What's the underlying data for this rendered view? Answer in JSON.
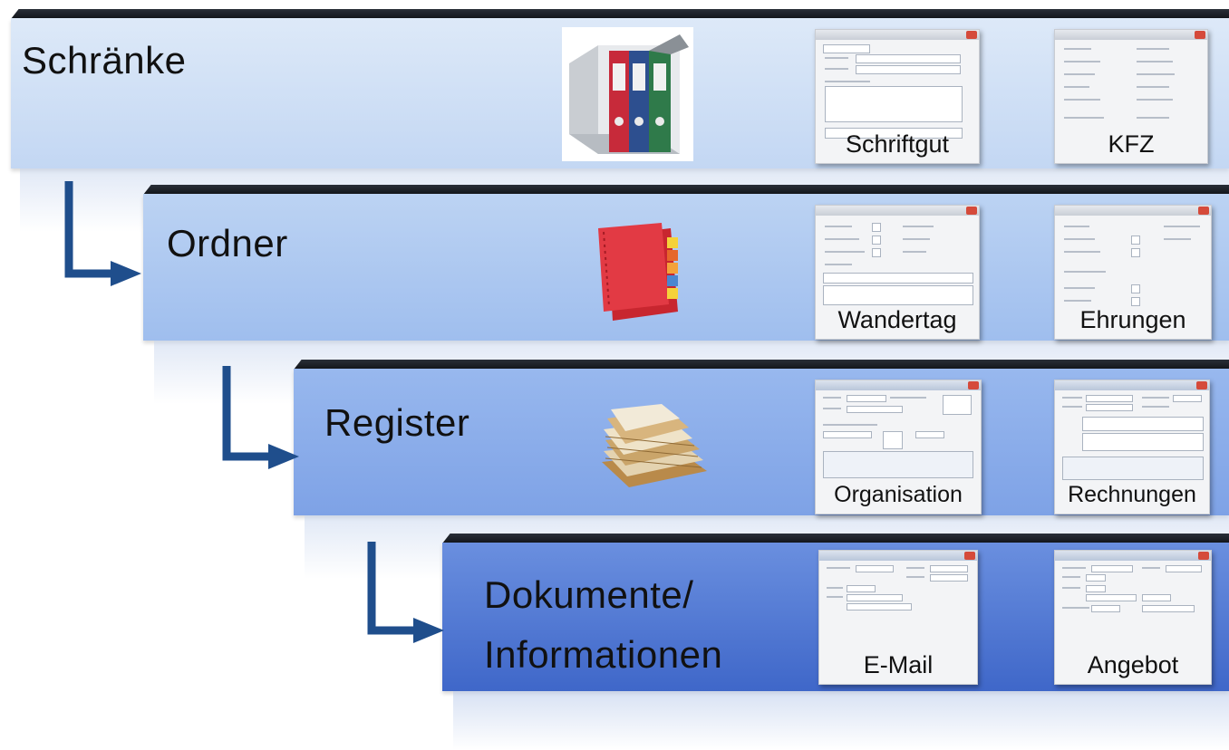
{
  "colors": {
    "level1_panel": "#cfe0f6",
    "level2_panel": "#a9c6ef",
    "level3_panel": "#86aae9",
    "level4_panel": "#4d74d2",
    "arrow": "#1f4e8c",
    "top_bar": "#1a1d22"
  },
  "levels": [
    {
      "title": "Schränke",
      "illustration": "binder-cabinet-icon",
      "examples": [
        "Schriftgut",
        "KFZ"
      ]
    },
    {
      "title": "Ordner",
      "illustration": "red-folder-icon",
      "examples": [
        "Wandertag",
        "Ehrungen"
      ]
    },
    {
      "title": "Register",
      "illustration": "paper-stack-icon",
      "examples": [
        "Organisation",
        "Rechnungen"
      ]
    },
    {
      "title_line1": "Dokumente/",
      "title_line2": "Informationen",
      "illustration": "none",
      "examples": [
        "E-Mail",
        "Angebot"
      ]
    }
  ]
}
